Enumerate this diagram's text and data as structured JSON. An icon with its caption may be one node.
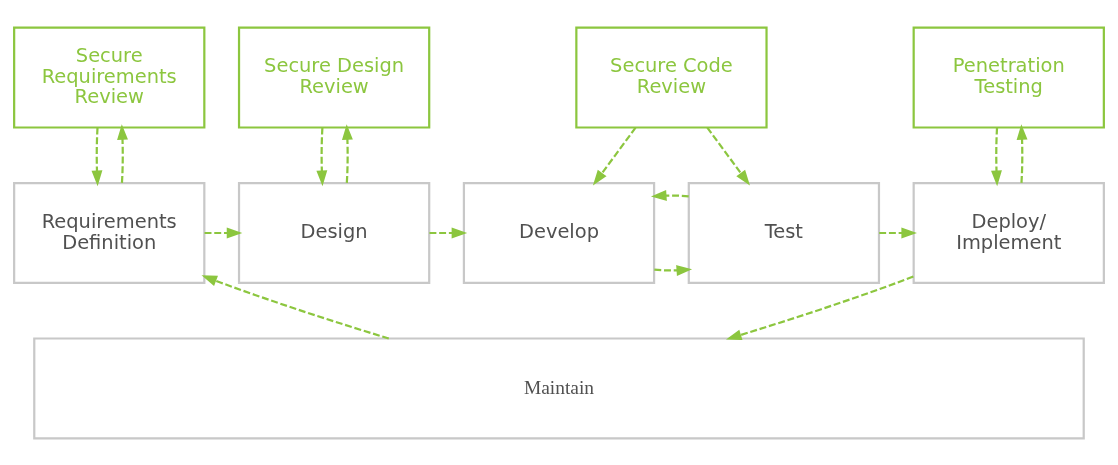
{
  "diagram": {
    "nodes": [
      {
        "text": [
          "Secure Requirements Review"
        ]
      },
      {
        "text": [
          "Secure Design Review"
        ]
      },
      {
        "text": [
          "Secure Code Review"
        ]
      },
      {
        "text": [
          "Penetration Testing"
        ]
      },
      {
        "text": [
          "Requirements Definition"
        ]
      },
      {
        "text": [
          "Design"
        ]
      },
      {
        "text": [
          "Develop"
        ]
      },
      {
        "text": [
          "Test"
        ]
      },
      {
        "text": [
          "Deploy/ Implement"
        ]
      },
      {
        "text": [
          "Maintain"
        ]
      }
    ],
    "edges": [
      {
        "from": 4,
        "to": 0,
        "arrow": "to",
        "style": "dashed"
      },
      {
        "from": 0,
        "to": 4,
        "arrow": "to",
        "style": "dashed"
      },
      {
        "from": 5,
        "to": 1,
        "arrow": "to",
        "style": "dashed"
      },
      {
        "from": 1,
        "to": 5,
        "arrow": "to",
        "style": "dashed"
      },
      {
        "from": 2,
        "to": 6,
        "arrow": "to",
        "style": "dashed"
      },
      {
        "from": 2,
        "to": 7,
        "arrow": "to",
        "style": "dashed"
      },
      {
        "from": 8,
        "to": 3,
        "arrow": "to",
        "style": "dashed"
      },
      {
        "from": 3,
        "to": 8,
        "arrow": "to",
        "style": "dashed"
      },
      {
        "from": 4,
        "to": 5,
        "arrow": "to",
        "style": "dashed"
      },
      {
        "from": 5,
        "to": 6,
        "arrow": "to",
        "style": "dashed"
      },
      {
        "from": 6,
        "to": 7,
        "arrow": "to",
        "style": "dashed"
      },
      {
        "from": 7,
        "to": 8,
        "arrow": "to",
        "style": "dashed"
      },
      {
        "from": 7,
        "to": 6,
        "arrow": "to",
        "style": "dashed"
      },
      {
        "from": 8,
        "to": 9,
        "arrow": "to",
        "style": "dashed"
      },
      {
        "from": 9,
        "to": 4,
        "arrow": "to",
        "style": "dashed"
      }
    ]
  }
}
